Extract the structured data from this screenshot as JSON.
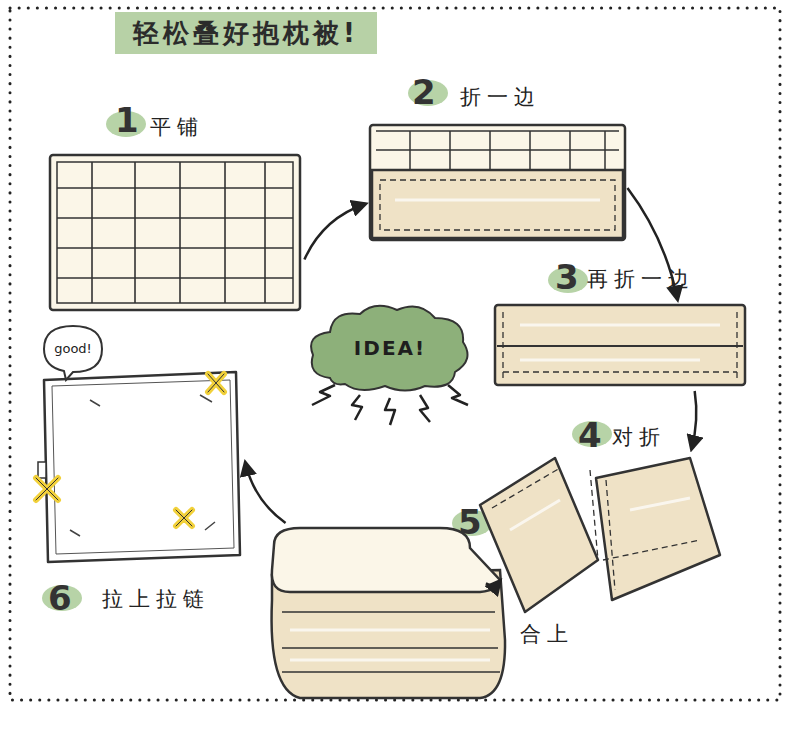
{
  "diagram": {
    "title": "轻松叠好抱枕被!",
    "nodes": [
      {
        "text": [
          "1",
          "平铺"
        ]
      },
      {
        "text": [
          "2",
          "折一边"
        ]
      },
      {
        "text": [
          "3",
          "再折一边"
        ]
      },
      {
        "text": [
          "4",
          "对折"
        ]
      },
      {
        "text": [
          "5",
          "合上"
        ]
      },
      {
        "text": [
          "6",
          "拉上拉链"
        ]
      },
      {
        "text": [
          "IDEA!"
        ]
      },
      {
        "text": [
          "good!"
        ]
      }
    ],
    "edges": [
      {
        "from": 0,
        "to": 1,
        "arrow": "to"
      },
      {
        "from": 1,
        "to": 2,
        "arrow": "to"
      },
      {
        "from": 2,
        "to": 3,
        "arrow": "to"
      },
      {
        "from": 3,
        "to": 4,
        "arrow": "to"
      },
      {
        "from": 4,
        "to": 5,
        "arrow": "to"
      }
    ]
  }
}
